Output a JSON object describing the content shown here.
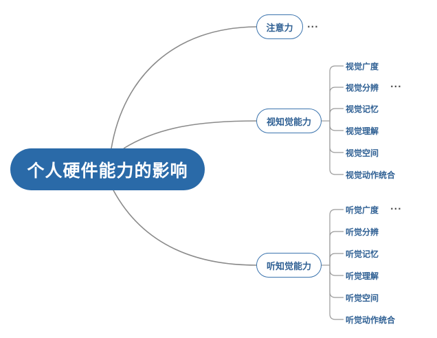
{
  "root": {
    "label": "个人硬件能力的影响"
  },
  "branches": {
    "attention": {
      "label": "注意力",
      "more": "···"
    },
    "visual": {
      "label": "视知觉能力",
      "children": [
        {
          "label": "视觉广度",
          "more": ""
        },
        {
          "label": "视觉分辨",
          "more": "···"
        },
        {
          "label": "视觉记忆",
          "more": ""
        },
        {
          "label": "视觉理解",
          "more": ""
        },
        {
          "label": "视觉空间",
          "more": ""
        },
        {
          "label": "视觉动作统合",
          "more": ""
        }
      ]
    },
    "auditory": {
      "label": "听知觉能力",
      "children": [
        {
          "label": "听觉广度",
          "more": "···"
        },
        {
          "label": "听觉分辨",
          "more": ""
        },
        {
          "label": "听觉记忆",
          "more": ""
        },
        {
          "label": "听觉理解",
          "more": ""
        },
        {
          "label": "听觉空间",
          "more": ""
        },
        {
          "label": "听觉动作统合",
          "more": ""
        }
      ]
    }
  },
  "colors": {
    "root_fill": "#2a6aa8",
    "node_border": "#3a73ad",
    "node_text": "#2e5f93",
    "connector": "#8a8a8a"
  }
}
